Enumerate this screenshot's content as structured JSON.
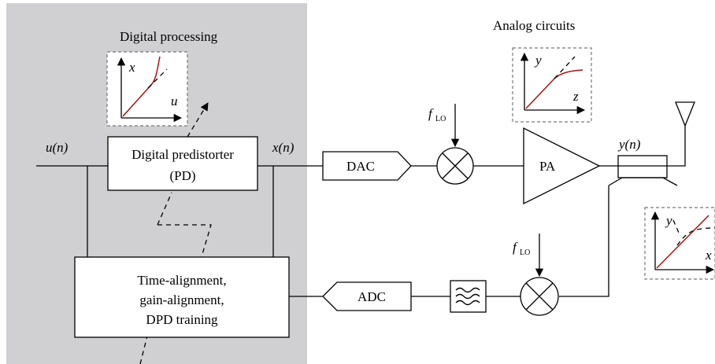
{
  "regions": {
    "digital_title": "Digital processing",
    "analog_title": "Analog circuits"
  },
  "blocks": {
    "predistorter_line1": "Digital predistorter",
    "predistorter_line2": "(PD)",
    "dac": "DAC",
    "pa": "PA",
    "adc": "ADC",
    "training_line1": "Time-alignment,",
    "training_line2": "gain-alignment,",
    "training_line3": "DPD training"
  },
  "signals": {
    "input": "u(n)",
    "pd_output": "x(n)",
    "pa_output": "y(n)",
    "lo_main": "f",
    "lo_sub": "LO"
  },
  "insets": {
    "pd_curve": {
      "y_axis": "x",
      "x_axis": "u"
    },
    "pa_curve": {
      "y_axis": "y",
      "x_axis": "z"
    },
    "linearized_curve": {
      "y_axis": "y",
      "x_axis": "x"
    }
  },
  "colors": {
    "digital_background": "#d0d0d2",
    "curve": "#b01010"
  }
}
